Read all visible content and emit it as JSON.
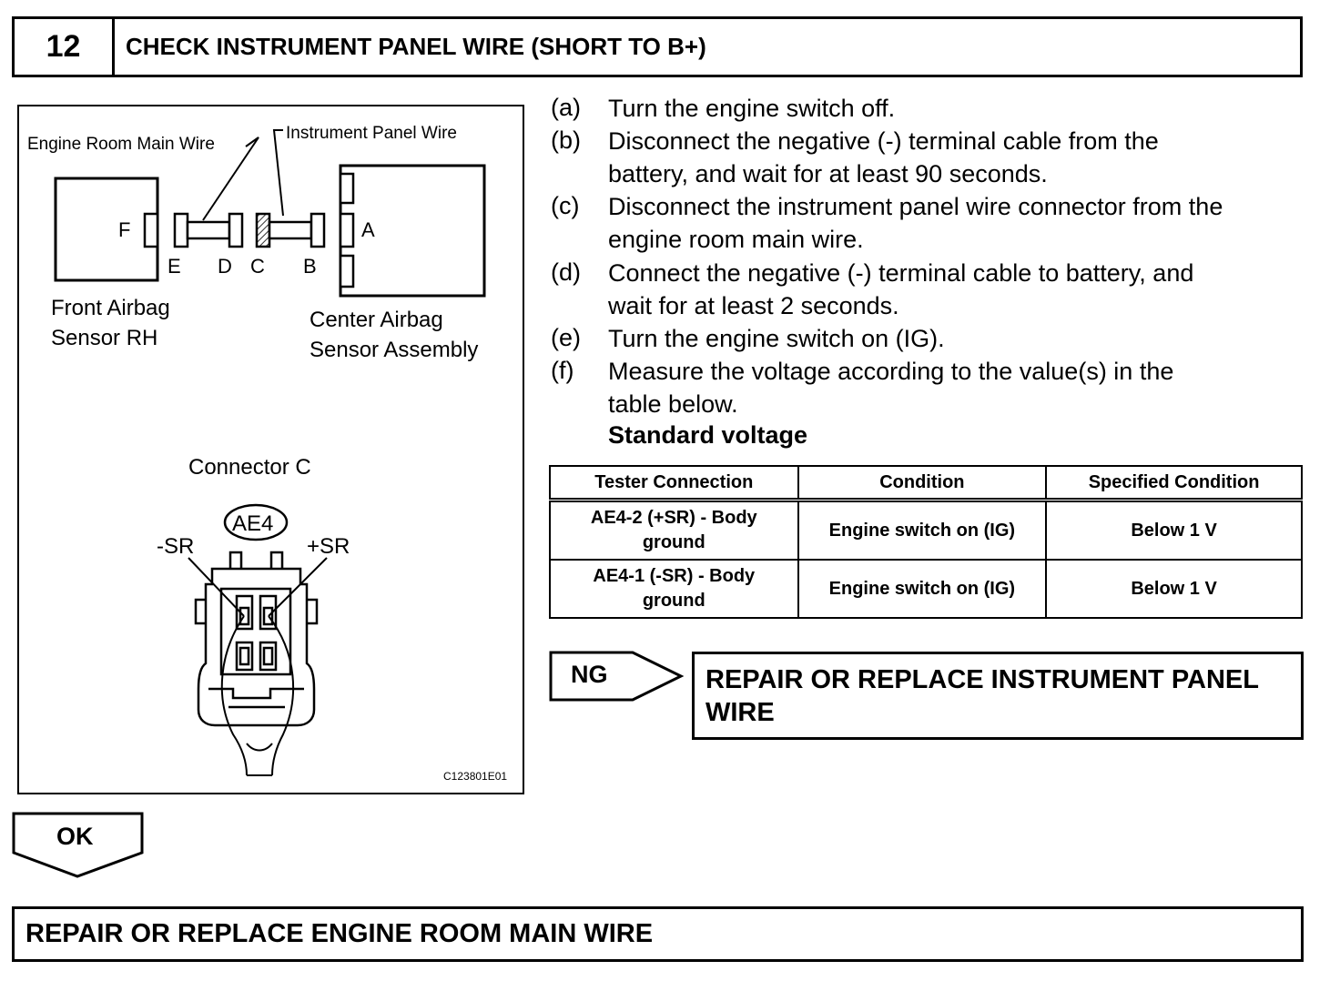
{
  "step": {
    "number": "12",
    "title": "CHECK INSTRUMENT PANEL WIRE (SHORT TO B+)"
  },
  "figure": {
    "label_engine_room_main_wire": "Engine Room Main Wire",
    "label_instrument_panel_wire": "Instrument Panel Wire",
    "connector_letters": [
      "F",
      "E",
      "D",
      "C",
      "B",
      "A"
    ],
    "front_airbag_sensor_line1": "Front Airbag",
    "front_airbag_sensor_line2": "Sensor RH",
    "center_airbag_sensor_line1": "Center Airbag",
    "center_airbag_sensor_line2": "Sensor Assembly",
    "connector_title": "Connector C",
    "connector_code": "AE4",
    "terminal_minus": "-SR",
    "terminal_plus": "+SR",
    "figure_id": "C123801E01"
  },
  "procedure": [
    {
      "letter": "(a)",
      "lines": [
        "Turn the engine switch off."
      ]
    },
    {
      "letter": "(b)",
      "lines": [
        "Disconnect the negative (-) terminal cable from the",
        "battery, and wait for at least 90 seconds."
      ]
    },
    {
      "letter": "(c)",
      "lines": [
        "Disconnect the instrument panel wire connector from the",
        "engine room main wire."
      ]
    },
    {
      "letter": "(d)",
      "lines": [
        "Connect the negative (-) terminal cable to battery, and",
        "wait for at least 2 seconds."
      ]
    },
    {
      "letter": "(e)",
      "lines": [
        "Turn the engine switch on (IG)."
      ]
    },
    {
      "letter": "(f)",
      "lines": [
        "Measure the voltage according to the value(s) in the",
        "table below."
      ]
    }
  ],
  "standard_voltage_label": "Standard voltage",
  "table": {
    "headers": [
      "Tester Connection",
      "Condition",
      "Specified Condition"
    ],
    "rows": [
      {
        "connection_line1": "AE4-2 (+SR) - Body",
        "connection_line2": "ground",
        "condition": "Engine switch on (IG)",
        "specified": "Below 1 V"
      },
      {
        "connection_line1": "AE4-1 (-SR) - Body",
        "connection_line2": "ground",
        "condition": "Engine switch on (IG)",
        "specified": "Below 1 V"
      }
    ]
  },
  "ng": {
    "label": "NG",
    "result_line1": "REPAIR OR REPLACE INSTRUMENT PANEL",
    "result_line2": "WIRE"
  },
  "ok": {
    "label": "OK",
    "result": "REPAIR OR REPLACE ENGINE ROOM MAIN WIRE"
  }
}
